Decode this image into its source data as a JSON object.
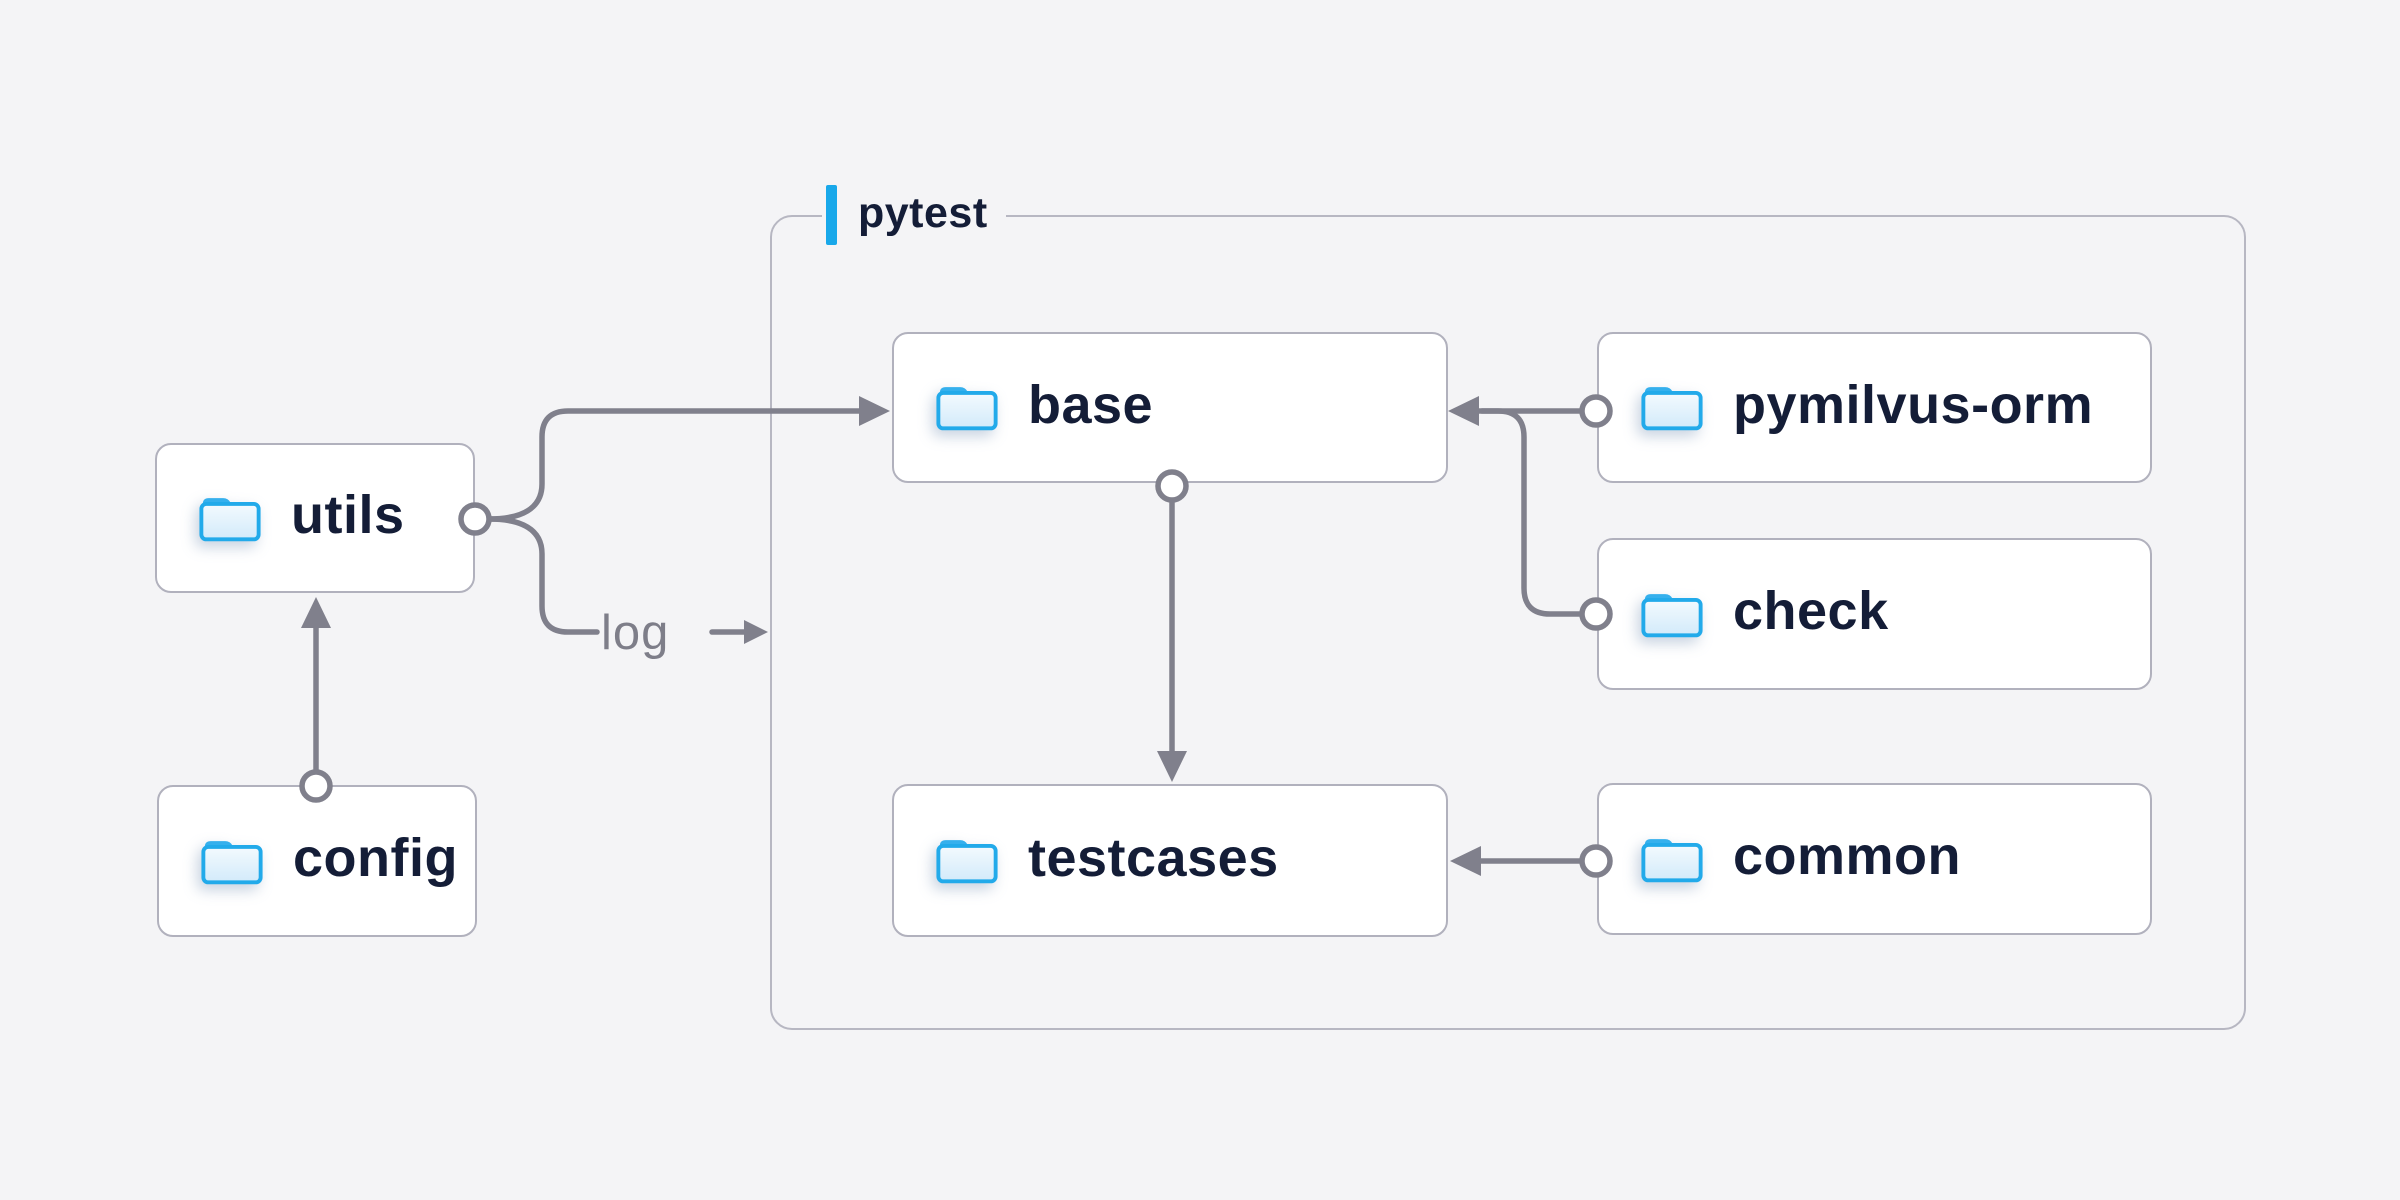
{
  "diagram": {
    "container": {
      "label": "pytest"
    },
    "nodes": [
      {
        "id": "utils",
        "label": "utils",
        "icon": "folder-icon",
        "inside_container": false
      },
      {
        "id": "config",
        "label": "config",
        "icon": "folder-icon",
        "inside_container": false
      },
      {
        "id": "base",
        "label": "base",
        "icon": "folder-icon",
        "inside_container": true
      },
      {
        "id": "testcases",
        "label": "testcases",
        "icon": "folder-icon",
        "inside_container": true
      },
      {
        "id": "pymilvus-orm",
        "label": "pymilvus-orm",
        "icon": "folder-icon",
        "inside_container": true
      },
      {
        "id": "check",
        "label": "check",
        "icon": "folder-icon",
        "inside_container": true
      },
      {
        "id": "common",
        "label": "common",
        "icon": "folder-icon",
        "inside_container": true
      }
    ],
    "edges": [
      {
        "from": "config",
        "to": "utils"
      },
      {
        "from": "utils",
        "to": "base"
      },
      {
        "from": "utils",
        "to": "pytest-container",
        "label": "log"
      },
      {
        "from": "pymilvus-orm",
        "to": "base"
      },
      {
        "from": "check",
        "to": "base"
      },
      {
        "from": "base",
        "to": "testcases"
      },
      {
        "from": "common",
        "to": "testcases"
      }
    ],
    "log_label": "log",
    "colors": {
      "background": "#f4f4f6",
      "accent_blue": "#18a8ea",
      "connector_gray": "#80808c",
      "node_border": "#b1b1bd",
      "container_border": "#b7b7c2",
      "label_text": "#141d37",
      "muted_text": "#7e7e89",
      "folder_blue": "#22aaea"
    }
  }
}
